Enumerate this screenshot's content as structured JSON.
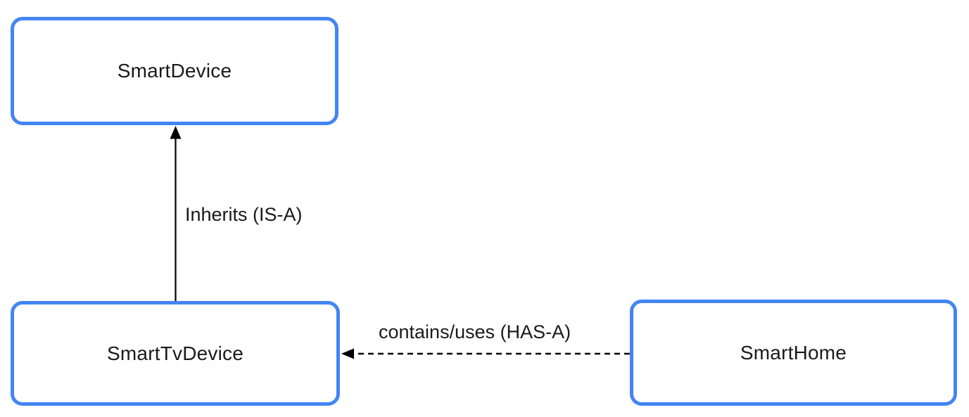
{
  "nodes": [
    {
      "id": "smart-device",
      "label": "SmartDevice"
    },
    {
      "id": "smart-tv-device",
      "label": "SmartTvDevice"
    },
    {
      "id": "smart-home",
      "label": "SmartHome"
    }
  ],
  "edges": [
    {
      "id": "inherits",
      "label": "Inherits (IS-A)",
      "from": "SmartTvDevice",
      "to": "SmartDevice",
      "line_style": "solid",
      "direction": "up"
    },
    {
      "id": "contains-uses",
      "label": "contains/uses (HAS-A)",
      "from": "SmartHome",
      "to": "SmartTvDevice",
      "line_style": "dashed",
      "direction": "left"
    }
  ],
  "colors": {
    "node_border": "#4285F4",
    "node_fill": "#FFFFFF",
    "arrow": "#000000",
    "text": "#1A1A1A",
    "background": "#FFFFFF"
  }
}
